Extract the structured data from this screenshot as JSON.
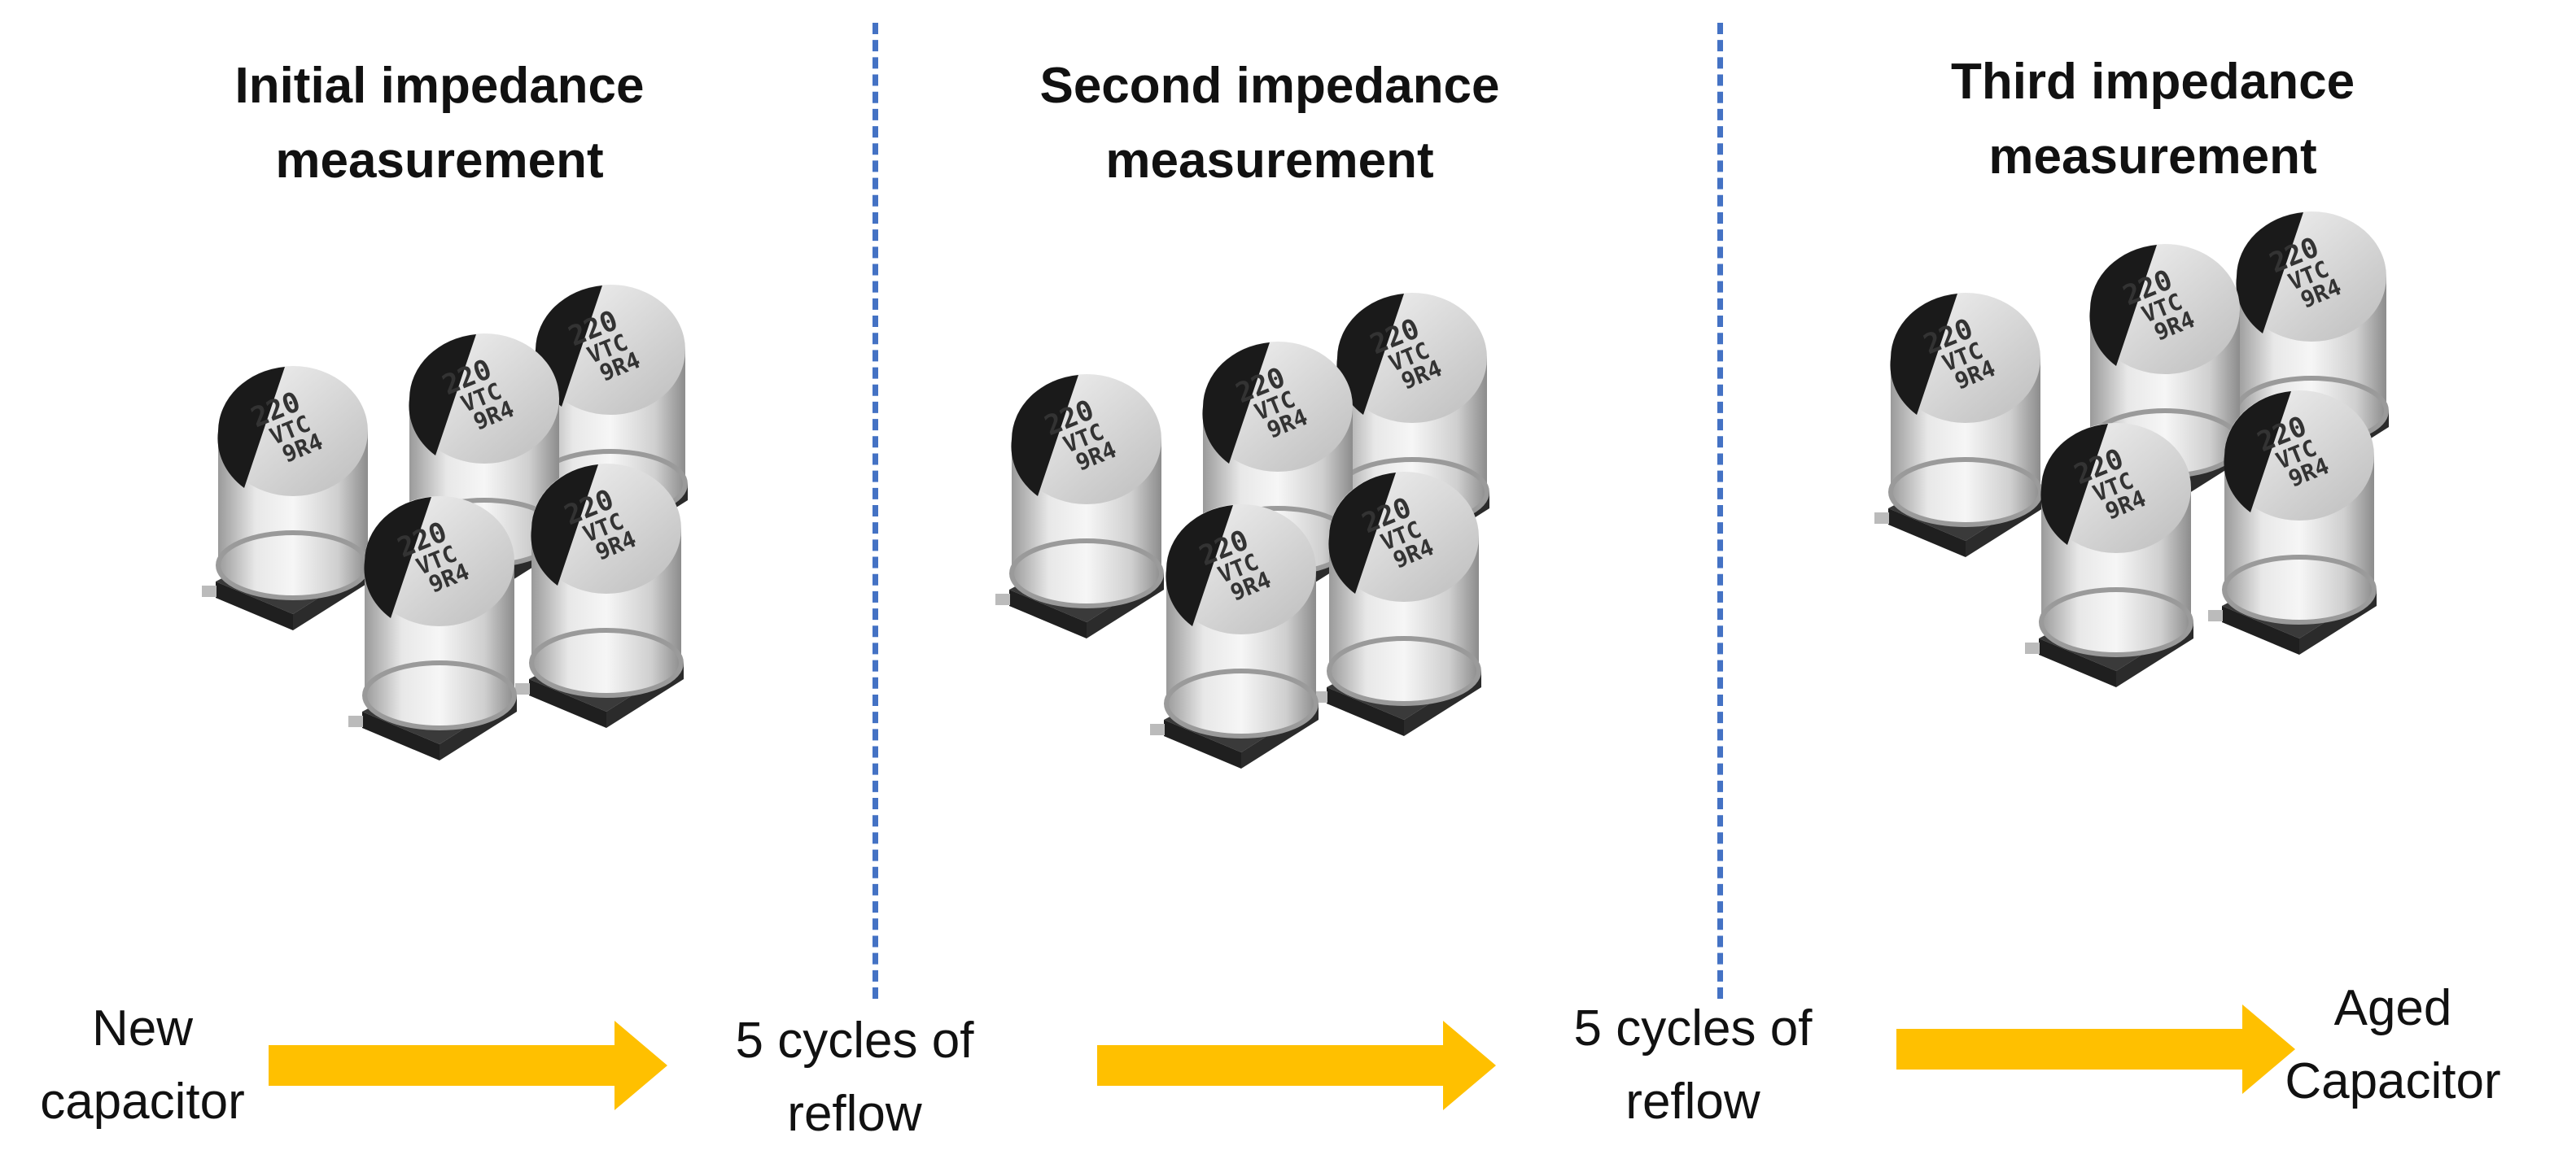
{
  "panels": [
    {
      "title_line1": "Initial impedance",
      "title_line2": "measurement"
    },
    {
      "title_line1": "Second impedance",
      "title_line2": "measurement"
    },
    {
      "title_line1": "Third impedance",
      "title_line2": "measurement"
    }
  ],
  "capacitor_marking": {
    "line1": "220",
    "line2": "VTC",
    "line3": "9R4"
  },
  "flow": {
    "start": {
      "line1": "New",
      "line2": "capacitor"
    },
    "step1": {
      "line1": "5 cycles of",
      "line2": "reflow"
    },
    "step2": {
      "line1": "5 cycles of",
      "line2": "reflow"
    },
    "end": {
      "line1": "Aged",
      "line2": "Capacitor"
    }
  },
  "colors": {
    "arrow": "#FFC000",
    "divider": "#4472C4"
  }
}
